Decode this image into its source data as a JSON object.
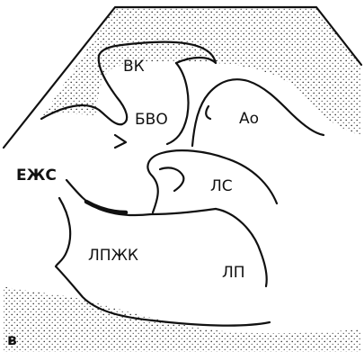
{
  "figure_letter": "в",
  "labels": {
    "vk": "ВК",
    "bvo": "БВО",
    "ao": "Ао",
    "ezhs": "ЕЖС",
    "ls": "ЛС",
    "lpzhk": "ЛПЖК",
    "lp": "ЛП"
  },
  "colors": {
    "ink": "#111111",
    "paper": "#ffffff"
  }
}
